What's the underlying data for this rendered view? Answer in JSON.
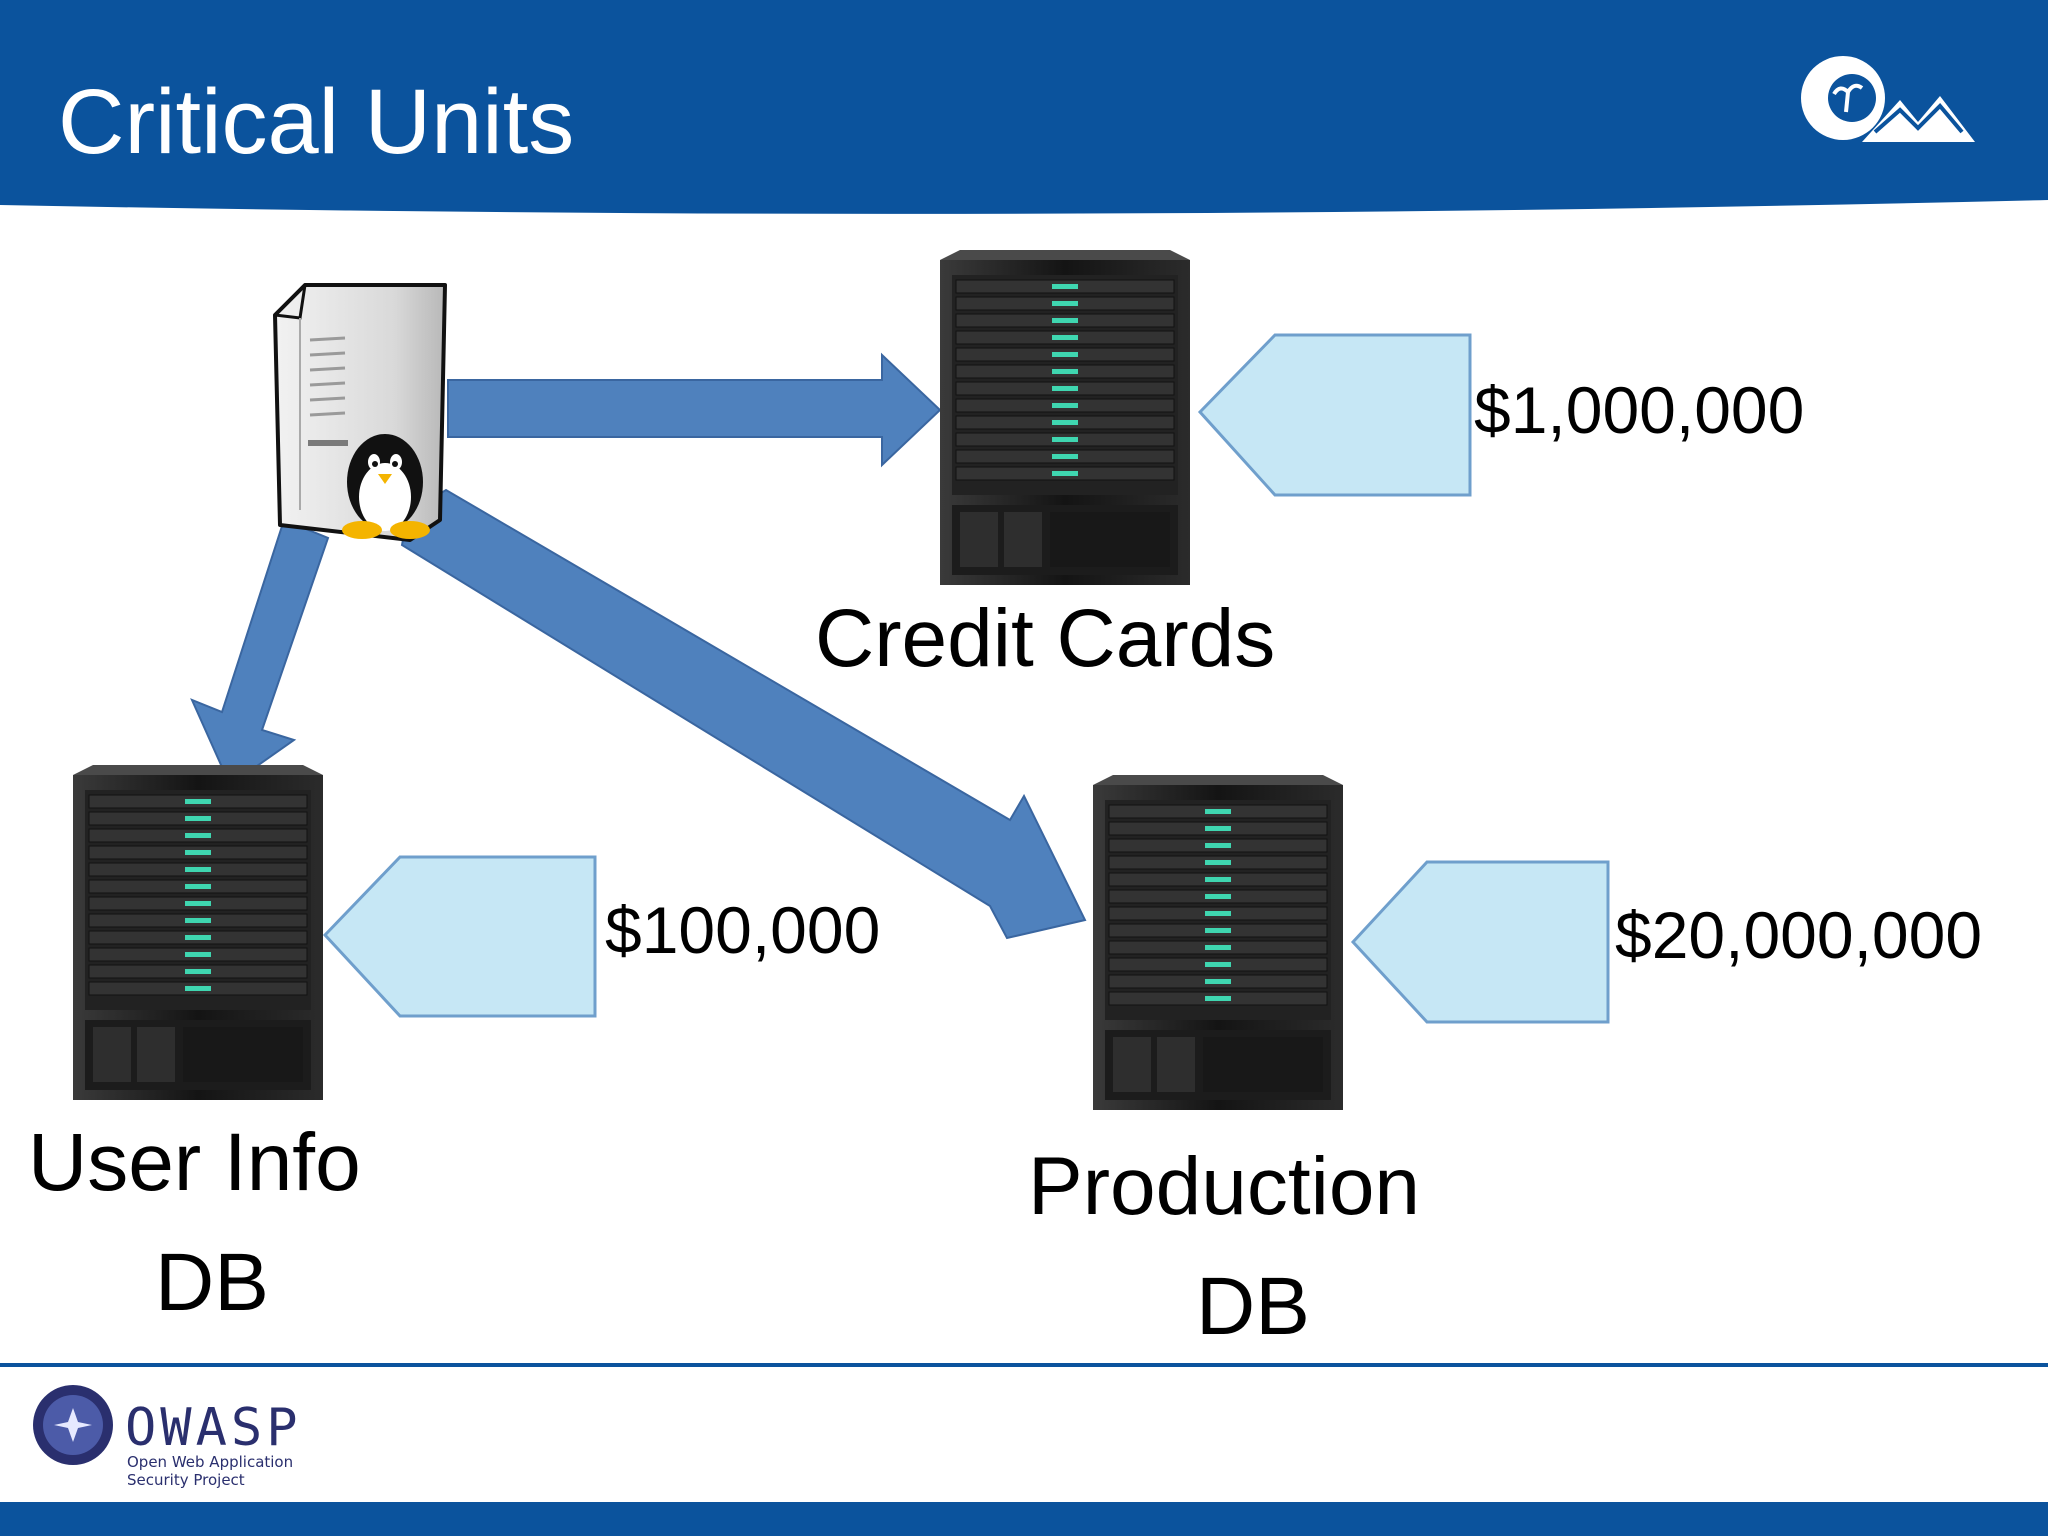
{
  "slide": {
    "title": "Critical Units"
  },
  "nodes": {
    "credit_cards": {
      "label": "Credit Cards",
      "value": "$1,000,000"
    },
    "user_info": {
      "label_line1": "User Info",
      "label_line2": "DB",
      "value": "$100,000"
    },
    "production": {
      "label_line1": "Production",
      "label_line2": "DB",
      "value": "$20,000,000"
    }
  },
  "footer": {
    "logo_name": "OWASP",
    "logo_sub_line1": "Open Web Application",
    "logo_sub_line2": "Security Project"
  },
  "colors": {
    "header_blue": "#0b539d",
    "arrow_blue": "#4f81bd",
    "tag_fill": "#c6e7f5",
    "tag_stroke": "#6f9fcc",
    "rack_dark": "#1a1a1a",
    "rack_led": "#3fd6b0"
  }
}
